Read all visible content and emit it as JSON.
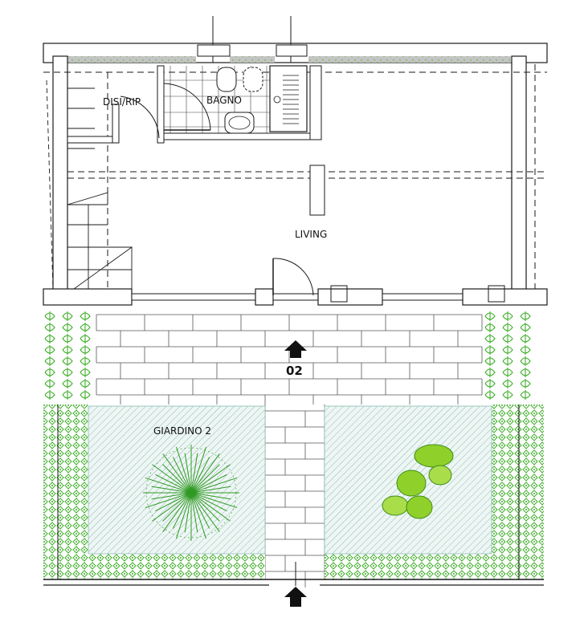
{
  "plan": {
    "rooms": [
      {
        "key": "disimpegno",
        "label": "DISI/RIP"
      },
      {
        "key": "bagno",
        "label": "BAGNO"
      },
      {
        "key": "living",
        "label": "LIVING"
      },
      {
        "key": "giardino",
        "label": "GIARDINO 2"
      }
    ],
    "entrance": {
      "label": "02"
    },
    "colors": {
      "wall": "#b9b9b9",
      "outline": "#1a1a1a",
      "vegetation": "#3fae29",
      "hatch": "#8bbdb4",
      "lawn_fill": "#eaf4f1",
      "tree_green": "#8fd12a"
    }
  }
}
